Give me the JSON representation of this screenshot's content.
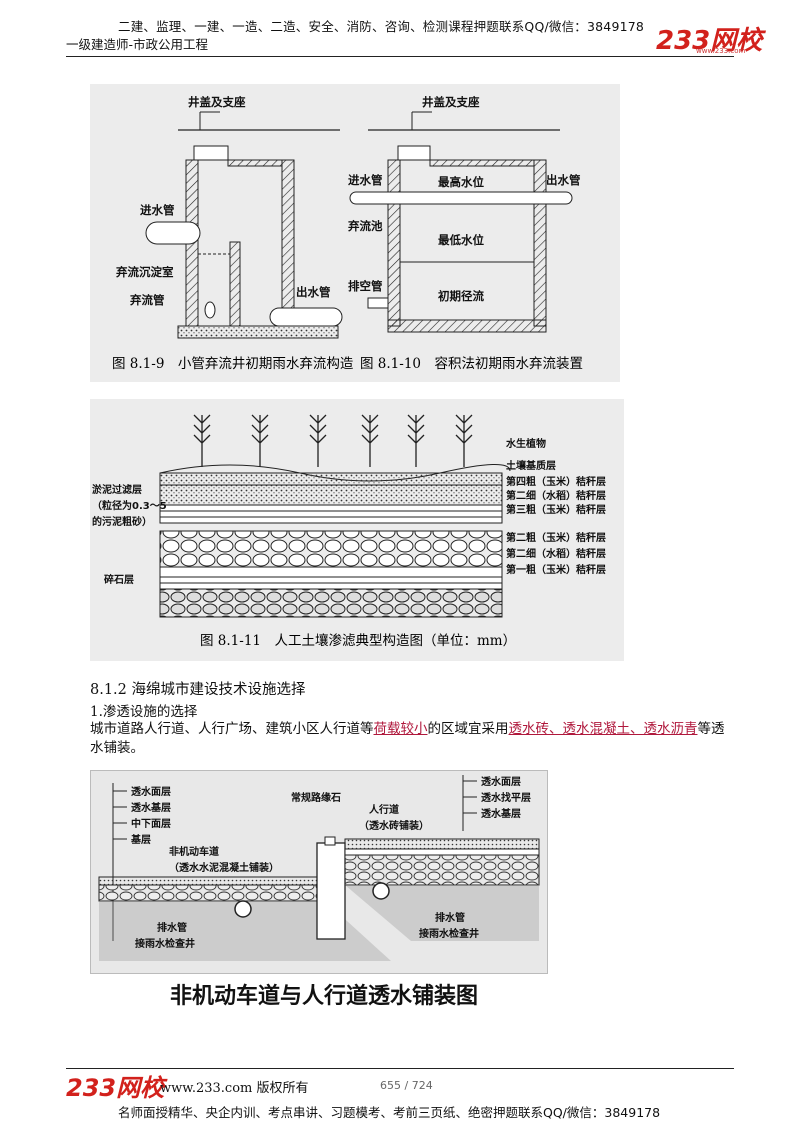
{
  "header": {
    "top_line": "二建、监理、一建、一造、二造、安全、消防、咨询、检测课程押题联系QQ/微信：3849178",
    "subtitle": "一级建造师-市政公用工程",
    "logo_text": "233网校",
    "logo_url": "www.233.com"
  },
  "figure1": {
    "left": {
      "cover_label": "井盖及支座",
      "inlet_label": "进水管",
      "chamber_label": "弃流沉淀室",
      "discard_pipe_label": "弃流管",
      "outlet_label": "出水管"
    },
    "right": {
      "cover_label": "井盖及支座",
      "inlet_label": "进水管",
      "outlet_label": "出水管",
      "tank_label": "弃流池",
      "max_level": "最高水位",
      "min_level": "最低水位",
      "drain_label": "排空管",
      "initial_flow": "初期径流"
    },
    "caption_left": "图 8.1-9　小管弃流井初期雨水弃流构造",
    "caption_right": "图 8.1-10　容积法初期雨水弃流装置"
  },
  "figure2": {
    "layers_right": [
      "水生植物",
      "土壤基质层",
      "第四粗（玉米）秸秆层",
      "第二细（水稻）秸秆层",
      "第三粗（玉米）秸秆层",
      "第二粗（玉米）秸秆层",
      "第二细（水稻）秸秆层",
      "第一粗（玉米）秸秆层"
    ],
    "left_labels": [
      "淤泥过滤层",
      "（粒径为0.3～5",
      "的污泥粗砂）",
      "碎石层"
    ],
    "caption": "图 8.1-11　人工土壤渗滤典型构造图（单位：mm）"
  },
  "section": {
    "heading": "8.1.2  海绵城市建设技术设施选择",
    "subheading": "1.渗透设施的选择",
    "para_part1": "城市道路人行道、人行广场、建筑小区人行道等",
    "para_hl1": "荷载较小",
    "para_part2": "的区域宜采用",
    "para_hl2": "透水砖、透水混凝土、透水沥青",
    "para_part3": "等透水铺装。"
  },
  "figure3": {
    "left_layers": [
      "透水面层",
      "透水基层",
      "中下面层",
      "基层"
    ],
    "lane_label": "非机动车道",
    "lane_sub": "（透水水泥混凝土铺装）",
    "curb_label": "常规路缘石",
    "walk_label": "人行道",
    "walk_sub": "（透水砖铺装）",
    "right_layers": [
      "透水面层",
      "透水找平层",
      "透水基层"
    ],
    "drain1": "排水管",
    "drain1_sub": "接雨水检查井",
    "drain2": "排水管",
    "drain2_sub": "接雨水检查井",
    "caption": "非机动车道与人行道透水铺装图"
  },
  "footer": {
    "logo_text": "233网校",
    "copyright": "www.233.com 版权所有",
    "page": "655 / 724",
    "bottom_line": "名师面授精华、央企内训、考点串讲、习题模考、考前三页纸、绝密押题联系QQ/微信：3849178"
  }
}
